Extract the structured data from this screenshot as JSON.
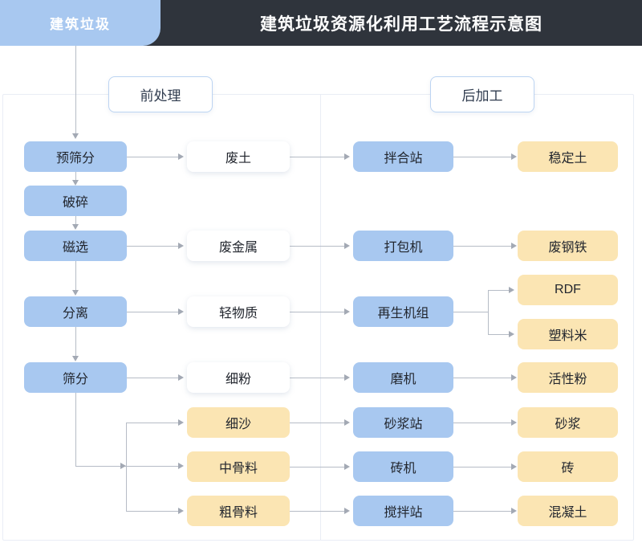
{
  "header": {
    "tab_label": "建筑垃圾",
    "title": "建筑垃圾资源化利用工艺流程示意图",
    "bar_color": "#2f343c",
    "tab_color": "#a8c8f0"
  },
  "sections": {
    "pre": "前处理",
    "post": "后加工"
  },
  "colors": {
    "process_blue": "#a8c8f0",
    "material_white": "#ffffff",
    "product_yellow": "#fbe5b3",
    "connector_gray": "#b6bcc6"
  },
  "flow": {
    "process_chain": [
      {
        "label": "预筛分"
      },
      {
        "label": "破碎"
      },
      {
        "label": "磁选"
      },
      {
        "label": "分离"
      },
      {
        "label": "筛分"
      }
    ],
    "intermediates": [
      {
        "label": "废土",
        "kind": "white"
      },
      {
        "label": "废金属",
        "kind": "white"
      },
      {
        "label": "轻物质",
        "kind": "white"
      },
      {
        "label": "细粉",
        "kind": "white"
      },
      {
        "label": "细沙",
        "kind": "yellow"
      },
      {
        "label": "中骨料",
        "kind": "yellow"
      },
      {
        "label": "粗骨料",
        "kind": "yellow"
      }
    ],
    "machines": [
      {
        "label": "拌合站"
      },
      {
        "label": "打包机"
      },
      {
        "label": "再生机组"
      },
      {
        "label": "磨机"
      },
      {
        "label": "砂浆站"
      },
      {
        "label": "砖机"
      },
      {
        "label": "搅拌站"
      }
    ],
    "products": [
      {
        "label": "稳定土"
      },
      {
        "label": "废钢铁"
      },
      {
        "label": "RDF"
      },
      {
        "label": "塑料米"
      },
      {
        "label": "活性粉"
      },
      {
        "label": "砂浆"
      },
      {
        "label": "砖"
      },
      {
        "label": "混凝土"
      }
    ]
  }
}
